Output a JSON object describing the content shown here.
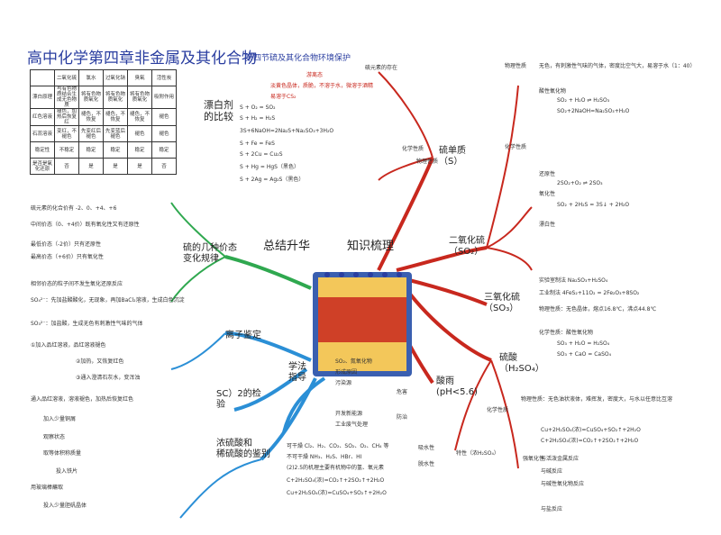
{
  "title": "高中化学第四章非金属及其化合物",
  "subtitle": "第四节硫及其化合物环境保护",
  "colors": {
    "red": "#c8281e",
    "green": "#2fa84f",
    "blue": "#2b8fd6",
    "title": "#2a3ea0"
  },
  "table": {
    "rows": [
      [
        "",
        "二氧化硫",
        "氯水",
        "过氧化钠",
        "臭氧",
        "活性炭"
      ],
      [
        "漂白原理",
        "与有色物质结合生成无色物质",
        "将有色物质氧化",
        "将有色物质氧化",
        "将有色物质氧化",
        "吸附作用"
      ],
      [
        "红色溶液",
        "褪色，加热后恢复红",
        "褪色，不恢复",
        "褪色，不恢复",
        "褪色，不恢复",
        "褪色"
      ],
      [
        "石蕊溶液",
        "变红，不褪色",
        "先变红后褪色",
        "先变蓝后褪色",
        "褪色",
        "褪色"
      ],
      [
        "稳定性",
        "不稳定",
        "稳定",
        "稳定",
        "稳定",
        "稳定"
      ],
      [
        "是否是氧化还原",
        "否",
        "是",
        "是",
        "是",
        "否"
      ]
    ],
    "side_label": "漂白剂的比较"
  },
  "central": {
    "left": "总结升华",
    "right": "知识梳理"
  },
  "branches": {
    "sulfur": "硫单质\n（S）",
    "so2": "二氧化硫\n（SO₂）",
    "so3": "三氧化硫\n（SO₃）",
    "h2s": "硫酸\n（H₂SO₄）",
    "acid_rain": "酸雨\n(pH<5.6)",
    "valence": "硫的几种价态\n变化规律",
    "ion_test": "离子鉴定",
    "test": "SC）2的检\n验",
    "method": "学法\n指导",
    "distinguish": "浓硫酸和\n稀硫酸的鉴别"
  },
  "s_notes": [
    "硫元素的存在",
    "游离态",
    "淡黄色晶体，质脆，不溶于水，微溶于酒精",
    "易溶于CS₂",
    "物理性质",
    "化学性质",
    "S + O₂ = SO₂",
    "S + H₂ = H₂S",
    "3S+6NaOH=2Na₂S+Na₂SO₃+3H₂O",
    "S + Fe = FeS",
    "S + 2Cu = Cu₂S",
    "S + Hg = HgS（黑色）",
    "S + 2Ag = Ag₂S（黑色）"
  ],
  "so2_notes": [
    "物理性质",
    "无色，有刺激性气味的气体，密度比空气大，易溶于水（1：40）",
    "化学性质",
    "酸性氧化物",
    "SO₂ + H₂O ⇌ H₂SO₃",
    "SO₂+2NaOH=Na₂SO₃+H₂O",
    "还原性",
    "漂白性",
    "氧化性",
    "2SO₂+O₂ ⇌ 2SO₃",
    "SO₂ + 2H₂S = 3S↓ + 2H₂O",
    "实验室制法 Na₂SO₃+H₂SO₄",
    "工业制法 4FeS₂+11O₂ = 2Fe₂O₃+8SO₂"
  ],
  "so3_notes": [
    "物理性质：无色晶体，熔点16.8℃，沸点44.8℃",
    "化学性质：酸性氧化物",
    "SO₃ + H₂O = H₂SO₄",
    "SO₃ + CaO = CaSO₄"
  ],
  "h2so4_notes": [
    "物理性质：无色油状液体，难挥发，密度大，与水以任意比互溶",
    "化学性质",
    "吸水性",
    "脱水性",
    "强氧化性",
    "特性（浓H₂SO₄）",
    "Cu+2H₂SO₄(浓)=CuSO₄+SO₂↑+2H₂O",
    "C+2H₂SO₄(浓)=CO₂↑+2SO₂↑+2H₂O",
    "与活泼金属反应",
    "与碱反应",
    "与碱性氧化物反应",
    "与盐反应"
  ],
  "acid_notes": [
    "SO₂、氮氧化物",
    "形成原因",
    "危害",
    "防治",
    "污染源",
    "开发新能源",
    "工业废气处理"
  ],
  "valence_notes": [
    "硫元素的化合价有 -2、0、+4、+6",
    "中间价态（0、+4价）既有氧化性又有还原性",
    "最低价态（-2价）只有还原性",
    "最高价态（+6价）只有氧化性",
    "相邻价态的粒子间不发生氧化还原反应"
  ],
  "ion_notes": [
    "SO₄²⁻：先加盐酸酸化，无现象，再加BaCl₂溶液，生成白色沉淀",
    "SO₃²⁻：加盐酸，生成无色有刺激性气味的气体",
    "①加入品红溶液，品红溶液褪色",
    "②加热，又恢复红色",
    "③通入澄清石灰水，变浑浊"
  ],
  "test_notes": [
    "通入品红溶液，溶液褪色，加热后恢复红色",
    "加入少量铜屑",
    "观察状态",
    "取等体积称质量",
    "投入铁片",
    "用玻璃棒蘸取",
    "投入少量胆矾晶体"
  ],
  "method_notes": [
    "可干燥 Cl₂、H₂、CO₂、SO₂、O₂、CH₄ 等",
    "不可干燥 NH₃、H₂S、HBr、HI",
    "(2)2.5的机理主要有机物中的氢、氧元素",
    "C+2H₂SO₄(浓)=CO₂↑+2SO₂↑+2H₂O",
    "Cu+2H₂SO₄(浓)=CuSO₄+SO₂↑+2H₂O"
  ]
}
